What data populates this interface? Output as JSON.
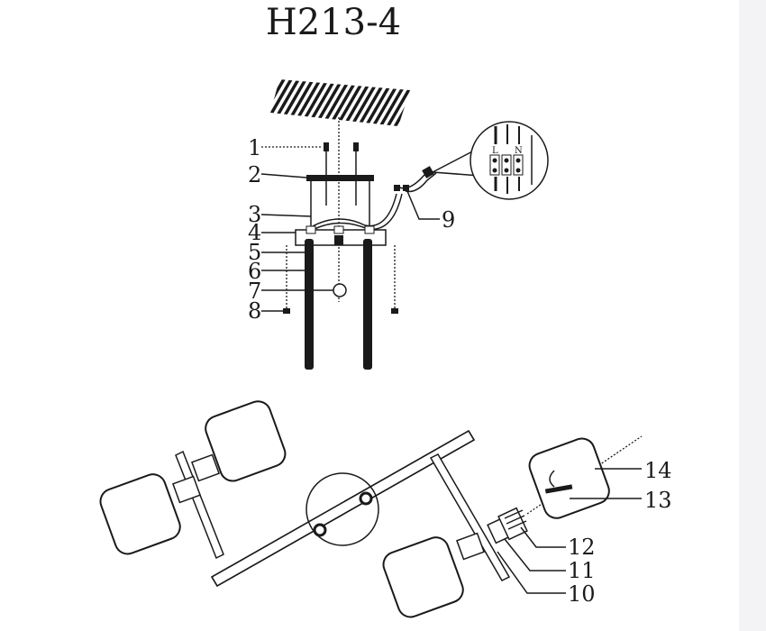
{
  "title": "H213-4",
  "labels": {
    "l1": "1",
    "l2": "2",
    "l3": "3",
    "l4": "4",
    "l5": "5",
    "l6": "6",
    "l7": "7",
    "l8": "8",
    "l9": "9",
    "l10": "10",
    "l11": "11",
    "l12": "12",
    "l13": "13",
    "l14": "14"
  },
  "terminal": {
    "live": "L",
    "neutral": "N"
  }
}
